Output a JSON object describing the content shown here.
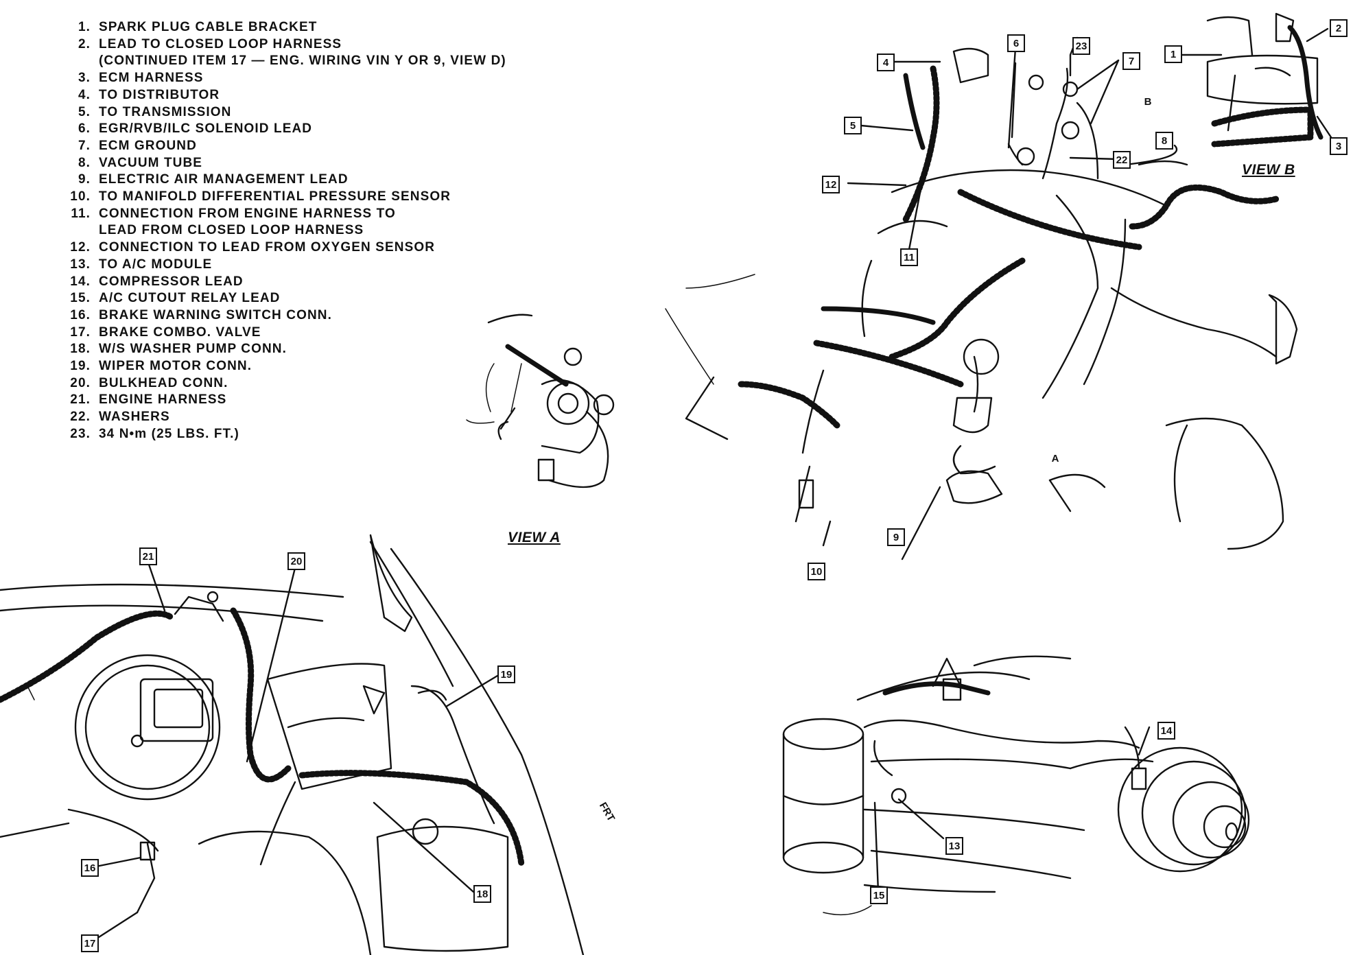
{
  "legend": [
    {
      "num": "1.",
      "text": "SPARK PLUG CABLE BRACKET"
    },
    {
      "num": "2.",
      "text": "LEAD TO CLOSED LOOP HARNESS",
      "cont": "(CONTINUED ITEM 17 — ENG. WIRING VIN Y OR 9, VIEW D)"
    },
    {
      "num": "3.",
      "text": "ECM HARNESS"
    },
    {
      "num": "4.",
      "text": "TO DISTRIBUTOR"
    },
    {
      "num": "5.",
      "text": "TO TRANSMISSION"
    },
    {
      "num": "6.",
      "text": "EGR/RVB/ILC SOLENOID LEAD"
    },
    {
      "num": "7.",
      "text": "ECM GROUND"
    },
    {
      "num": "8.",
      "text": "VACUUM TUBE"
    },
    {
      "num": "9.",
      "text": "ELECTRIC AIR MANAGEMENT LEAD"
    },
    {
      "num": "10.",
      "text": "TO MANIFOLD DIFFERENTIAL PRESSURE SENSOR"
    },
    {
      "num": "11.",
      "text": "CONNECTION FROM ENGINE HARNESS TO",
      "cont": "LEAD FROM CLOSED LOOP HARNESS"
    },
    {
      "num": "12.",
      "text": "CONNECTION TO LEAD FROM OXYGEN SENSOR"
    },
    {
      "num": "13.",
      "text": "TO A/C MODULE"
    },
    {
      "num": "14.",
      "text": "COMPRESSOR LEAD"
    },
    {
      "num": "15.",
      "text": "A/C CUTOUT RELAY LEAD"
    },
    {
      "num": "16.",
      "text": "BRAKE WARNING SWITCH CONN."
    },
    {
      "num": "17.",
      "text": "BRAKE COMBO. VALVE"
    },
    {
      "num": "18.",
      "text": "W/S WASHER PUMP CONN."
    },
    {
      "num": "19.",
      "text": "WIPER MOTOR CONN."
    },
    {
      "num": "20.",
      "text": "BULKHEAD CONN."
    },
    {
      "num": "21.",
      "text": "ENGINE HARNESS"
    },
    {
      "num": "22.",
      "text": "WASHERS"
    },
    {
      "num": "23.",
      "text": "34 N•m (25 LBS. FT.)"
    }
  ],
  "view_labels": {
    "view_a": "VIEW A",
    "view_b": "VIEW B"
  },
  "frt_label": "FRT",
  "arrow_labels": {
    "a": "A",
    "b": "B"
  },
  "callouts": [
    "1",
    "2",
    "3",
    "4",
    "5",
    "6",
    "7",
    "8",
    "9",
    "10",
    "11",
    "12",
    "13",
    "14",
    "15",
    "16",
    "17",
    "18",
    "19",
    "20",
    "21",
    "22",
    "23"
  ]
}
